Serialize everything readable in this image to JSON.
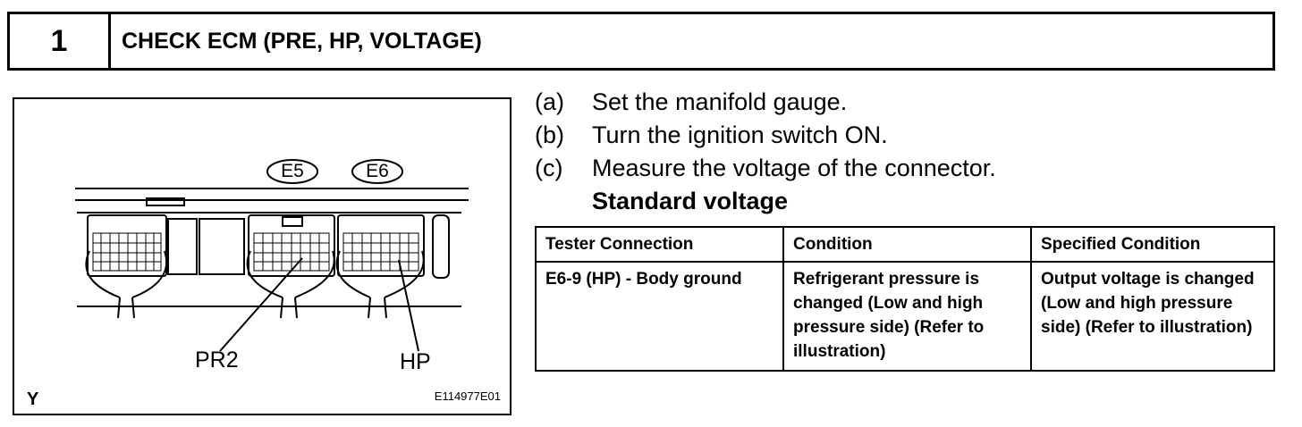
{
  "header": {
    "step_number": "1",
    "title": "CHECK ECM (PRE, HP, VOLTAGE)"
  },
  "figure": {
    "connector_e5": "E5",
    "connector_e6": "E6",
    "label_pr2": "PR2",
    "label_hp": "HP",
    "corner_letter": "Y",
    "figure_id": "E114977E01"
  },
  "steps": [
    {
      "letter": "(a)",
      "text": "Set the manifold gauge."
    },
    {
      "letter": "(b)",
      "text": "Turn the ignition switch ON."
    },
    {
      "letter": "(c)",
      "text": "Measure the voltage of the connector."
    }
  ],
  "standard_heading": "Standard voltage",
  "table": {
    "headers": [
      "Tester Connection",
      "Condition",
      "Specified Condition"
    ],
    "rows": [
      [
        "E6-9 (HP) - Body ground",
        "Refrigerant pressure is changed (Low and high pressure side) (Refer to illustration)",
        "Output voltage is changed (Low and high pressure side) (Refer to illustration)"
      ]
    ]
  }
}
